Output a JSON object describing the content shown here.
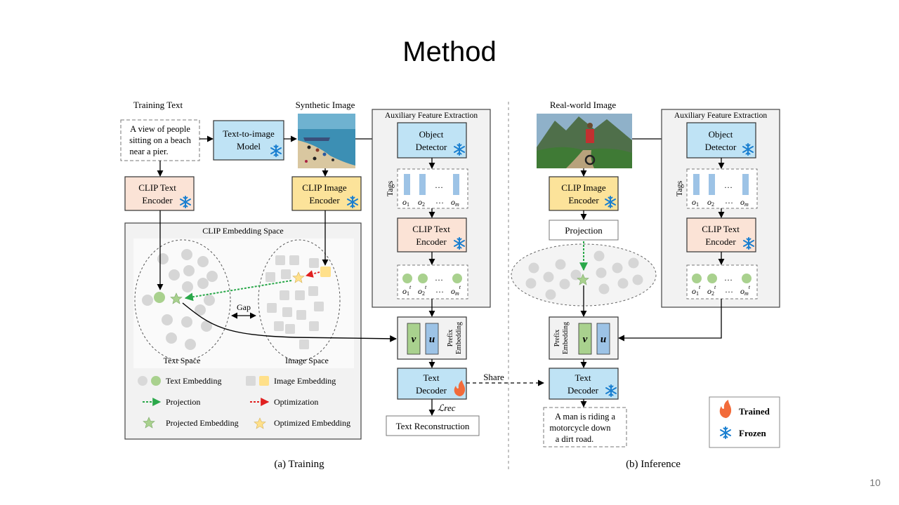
{
  "slide": {
    "title": "Method",
    "page_number": "10"
  },
  "training": {
    "training_text_label": "Training Text",
    "training_text": [
      "A view of people",
      "sitting on a beach",
      "near a pier."
    ],
    "t2i_model": [
      "Text-to-image",
      "Model"
    ],
    "synthetic_image_label": "Synthetic Image",
    "clip_text_encoder": [
      "CLIP Text",
      "Encoder"
    ],
    "clip_image_encoder": [
      "CLIP Image",
      "Encoder"
    ],
    "embedding_space_title": "CLIP Embedding Space",
    "gap_label": "Gap",
    "text_space_label": "Text Space",
    "image_space_label": "Image Space",
    "legend": {
      "text_embedding": "Text Embedding",
      "image_embedding": "Image Embedding",
      "projection": "Projection",
      "optimization": "Optimization",
      "projected_embedding": "Projected Embedding",
      "optimized_embedding": "Optimized Embedding"
    },
    "aux_title": "Auxiliary Feature Extraction",
    "object_detector": [
      "Object",
      "Detector"
    ],
    "tags_label": "Tags",
    "clip_text_encoder_aux": [
      "CLIP Text",
      "Encoder"
    ],
    "prefix_embedding": [
      "Prefix",
      "Embedding"
    ],
    "v_label": "v",
    "u_label": "u",
    "text_decoder": [
      "Text",
      "Decoder"
    ],
    "loss_label": "ℒrec",
    "text_reconstruction": "Text Reconstruction",
    "caption": "(a) Training"
  },
  "share_label": "Share",
  "inference": {
    "real_image_label": "Real-world Image",
    "clip_image_encoder": [
      "CLIP Image",
      "Encoder"
    ],
    "projection_box": "Projection",
    "aux_title": "Auxiliary Feature Extraction",
    "object_detector": [
      "Object",
      "Detector"
    ],
    "tags_label": "Tags",
    "clip_text_encoder": [
      "CLIP Text",
      "Encoder"
    ],
    "prefix_embedding": [
      "Prefix",
      "Embedding"
    ],
    "text_decoder": [
      "Text",
      "Decoder"
    ],
    "output_caption": [
      "A man is riding a",
      "motorcycle down",
      "a dirt road."
    ],
    "caption": "(b) Inference"
  },
  "key": {
    "trained": "Trained",
    "frozen": "Frozen"
  },
  "colors": {
    "blue_box": "#bfe3f5",
    "orange_box": "#fbe3d6",
    "yellow_box": "#fce39a",
    "green_dot": "#a9d18e",
    "blue_bar": "#9dc3e6",
    "yellow_square": "#ffe08a",
    "projection_arrow": "#2aa84a",
    "optimization_arrow": "#e02020",
    "snowflake": "#1a7fd0",
    "flame": "#f26b3a"
  }
}
